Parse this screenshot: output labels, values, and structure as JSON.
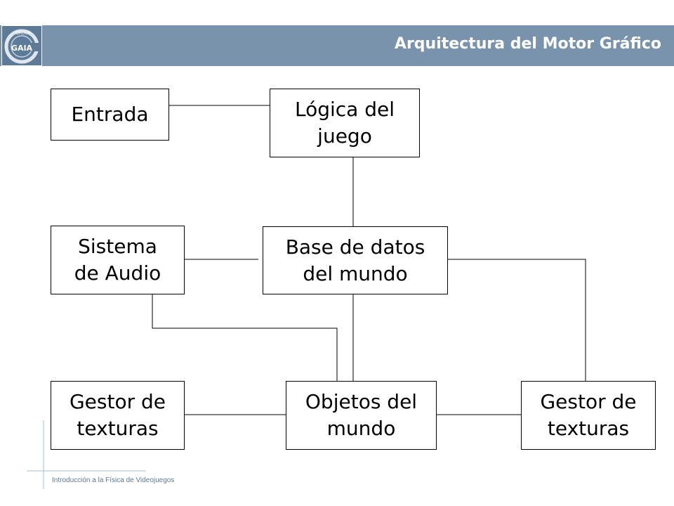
{
  "header": {
    "title": "Arquitectura del Motor Gráfico",
    "logo_text": "GAIA",
    "logo_subtext": "GROUP"
  },
  "diagram": {
    "nodes": {
      "entrada": "Entrada",
      "logica": "Lógica del\njuego",
      "audio": "Sistema\nde Audio",
      "basedatos": "Base de datos\ndel mundo",
      "gestor_izq": "Gestor de\ntexturas",
      "objetos": "Objetos del\nmundo",
      "gestor_der": "Gestor de\ntexturas"
    },
    "edges": [
      [
        "entrada",
        "logica"
      ],
      [
        "logica",
        "basedatos"
      ],
      [
        "audio",
        "basedatos"
      ],
      [
        "audio",
        "objetos"
      ],
      [
        "basedatos",
        "objetos"
      ],
      [
        "basedatos",
        "gestor_der"
      ],
      [
        "gestor_izq",
        "objetos"
      ],
      [
        "objetos",
        "gestor_der"
      ]
    ]
  },
  "footer": {
    "text": "Introducción a la Física de Videojuegos"
  },
  "colors": {
    "header_bar": "#7a93ad",
    "logo_bg": "#5d7a98",
    "footer_text": "#5d7a98",
    "guide_lines": "#a9bccd"
  }
}
